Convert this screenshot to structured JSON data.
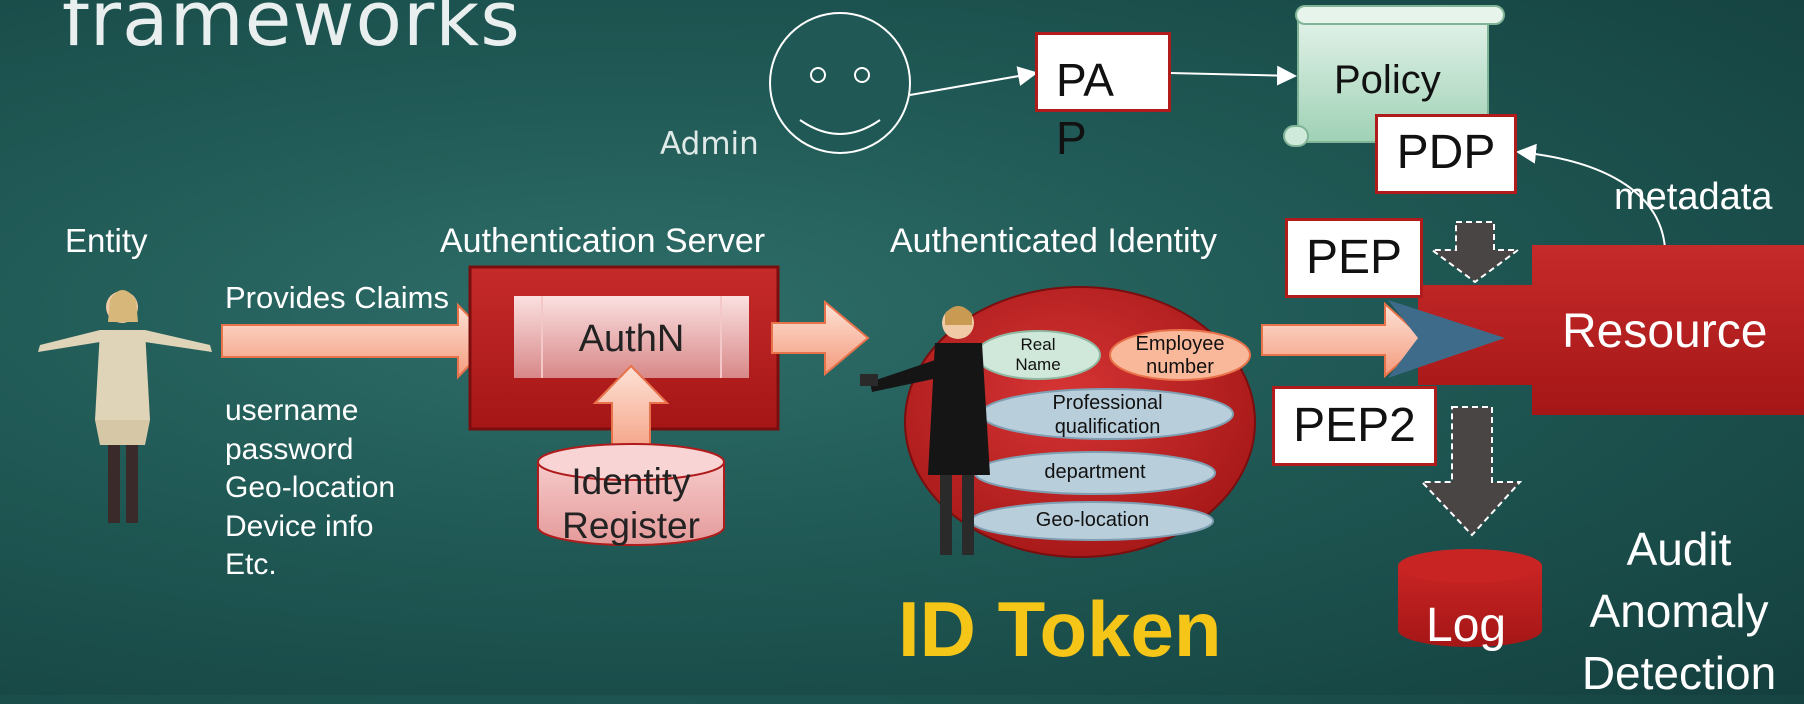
{
  "title": "frameworks",
  "admin": {
    "label": "Admin"
  },
  "pap": {
    "label": "PA P"
  },
  "policy": {
    "label": "Policy"
  },
  "pdp": {
    "label": "PDP"
  },
  "metadata_label": "metadata",
  "entity": {
    "header": "Entity",
    "claims_label": "Provides Claims",
    "claims": [
      "username",
      "password",
      "Geo-location",
      "Device info",
      "Etc."
    ]
  },
  "auth_server": {
    "header": "Authentication Server",
    "authn_label": "AuthN",
    "register_label": "Identity Register"
  },
  "authenticated_identity": {
    "header": "Authenticated Identity",
    "attributes": {
      "real_name": "Real Name",
      "employee_number": "Employee number",
      "professional_qualification": "Professional qualification",
      "department": "department",
      "geo_location": "Geo-location"
    },
    "token_label": "ID Token"
  },
  "pep": {
    "label": "PEP"
  },
  "pep2": {
    "label": "PEP2"
  },
  "resource": {
    "label": "Resource"
  },
  "log": {
    "label": "Log"
  },
  "audit": {
    "label": "Audit Anomaly Detection"
  },
  "colors": {
    "background": "#1f5854",
    "red": "#b01c1c",
    "token_yellow": "#f5c518",
    "arrow_fill": "#f8b49a",
    "policy_green": "#bfe3cf",
    "attr_blue": "#b9cedb"
  }
}
